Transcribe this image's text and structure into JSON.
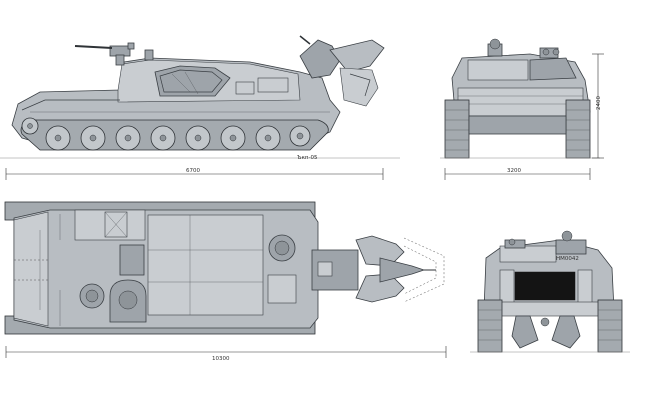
{
  "drawing": {
    "side_view": {
      "marking": "Ъкп-05"
    },
    "dimensions": {
      "side_length": "6700",
      "front_width": "3200",
      "front_height": "2400",
      "top_length": "10300"
    },
    "rear_view": {
      "plate": "HM0042"
    },
    "colors": {
      "paint": "#b8bdc2",
      "outline": "#3a3f44",
      "background": "#ffffff"
    }
  }
}
